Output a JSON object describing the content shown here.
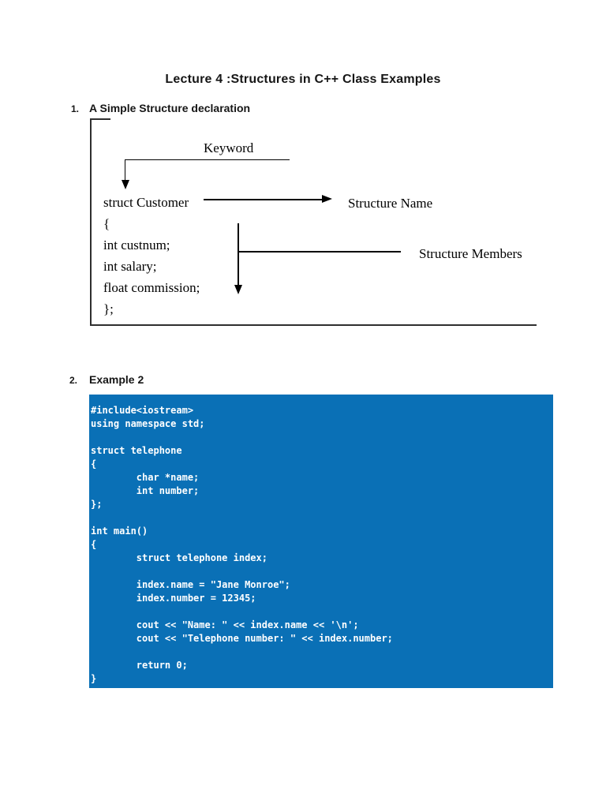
{
  "document": {
    "title": "Lecture 4 :Structures in C++ Class Examples"
  },
  "items": [
    {
      "number": "1.",
      "label": "A Simple Structure declaration"
    },
    {
      "number": "2.",
      "label": "Example 2"
    }
  ],
  "diagram": {
    "annotation_keyword": "Keyword",
    "annotation_structure_name": "Structure Name",
    "annotation_structure_members": "Structure Members",
    "code_lines": [
      "struct Customer",
      "{",
      "int custnum;",
      "int salary;",
      "float commission;",
      "};"
    ]
  },
  "example2_code": {
    "background_color": "#0a70b6",
    "text_color": "#ffffff",
    "lines": [
      "#include<iostream>",
      "using namespace std;",
      "",
      "struct telephone",
      "{",
      "        char *name;",
      "        int number;",
      "};",
      "",
      "int main()",
      "{",
      "        struct telephone index;",
      "",
      "        index.name = \"Jane Monroe\";",
      "        index.number = 12345;",
      "",
      "        cout << \"Name: \" << index.name << '\\n';",
      "        cout << \"Telephone number: \" << index.number;",
      "",
      "        return 0;",
      "}"
    ]
  }
}
